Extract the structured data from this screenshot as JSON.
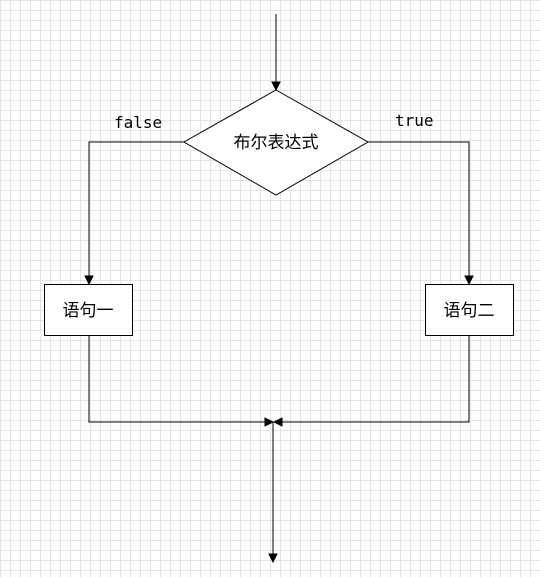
{
  "diagram": {
    "decision": {
      "label": "布尔表达式"
    },
    "branches": {
      "false_label": "false",
      "true_label": "true"
    },
    "nodes": {
      "statement_one": "语句一",
      "statement_two": "语句二"
    }
  }
}
